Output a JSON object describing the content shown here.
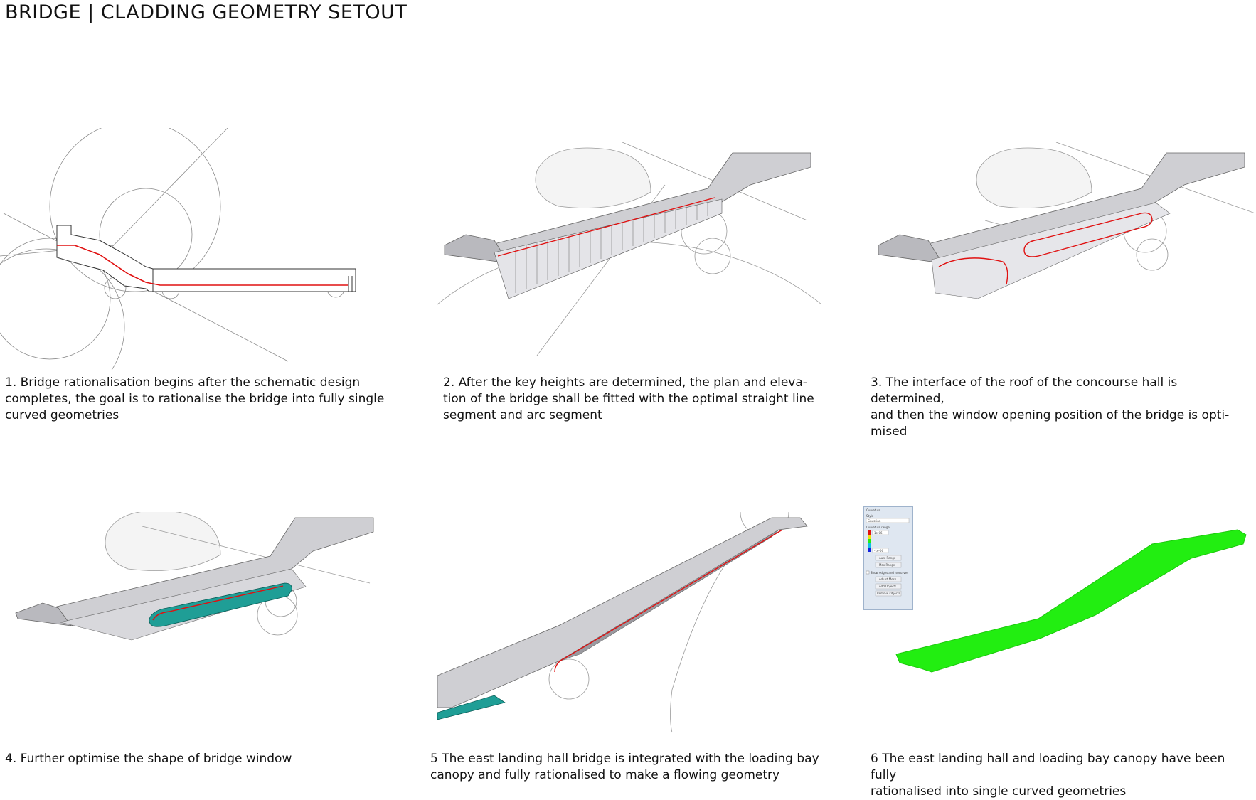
{
  "title": "BRIDGE | CLADDING GEOMETRY SETOUT",
  "steps": [
    {
      "caption": "1. Bridge rationalisation begins after the schematic design\ncompletes, the goal is to rationalise the bridge into fully single\ncurved geometries"
    },
    {
      "caption": "2. After the key heights are determined, the plan and eleva-\ntion of the bridge shall be fitted with the optimal straight line\nsegment and arc segment"
    },
    {
      "caption": "3. The interface of the roof of the concourse hall is determined,\nand then the window opening position of the bridge is opti-\nmised"
    },
    {
      "caption": "4. Further optimise the shape of bridge window"
    },
    {
      "caption": "5 The east landing hall bridge is integrated with the loading bay\ncanopy and fully rationalised to make a flowing geometry"
    },
    {
      "caption": "6 The east landing hall and loading bay canopy have been fully\nrationalised into single curved geometries"
    }
  ],
  "colors": {
    "setout_line": "#e01010",
    "surface": "#cfcfd3",
    "surface_dark": "#9a9aa0",
    "window_glass": "#1f9e96",
    "curvature_green": "#22ee11"
  },
  "curvature_panel": {
    "heading": "Curvature",
    "style_label": "Style",
    "style_value": "Gaussian",
    "range_label": "Curvature range",
    "max_value": "1e-06",
    "min_value": "-1e-06",
    "auto_button": "Auto Range",
    "max_button": "Max Range",
    "checkbox_label": "Show edges and isocurves",
    "adjust_button": "Adjust Mesh",
    "add_button": "Add Objects",
    "remove_button": "Remove Objects"
  }
}
